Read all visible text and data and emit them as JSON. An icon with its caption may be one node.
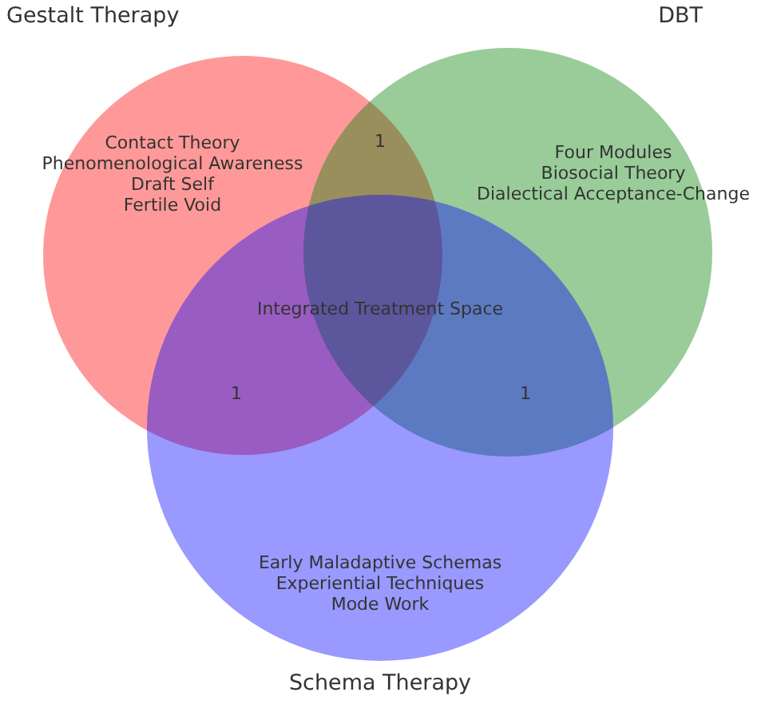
{
  "diagram": {
    "nodes": [
      {
        "text": [
          "Gestalt Therapy",
          "Contact Theory",
          "Phenomenological Awareness",
          "Draft Self",
          "Fertile Void"
        ]
      },
      {
        "text": [
          "DBT",
          "Four Modules",
          "Biosocial Theory",
          "Dialectical Acceptance-Change"
        ]
      },
      {
        "text": [
          "Early Maladaptive Schemas",
          "Experiential Techniques",
          "Mode Work",
          "Schema Therapy"
        ]
      }
    ],
    "labels": [
      "1",
      "Integrated Treatment Space",
      "1",
      "1"
    ]
  }
}
